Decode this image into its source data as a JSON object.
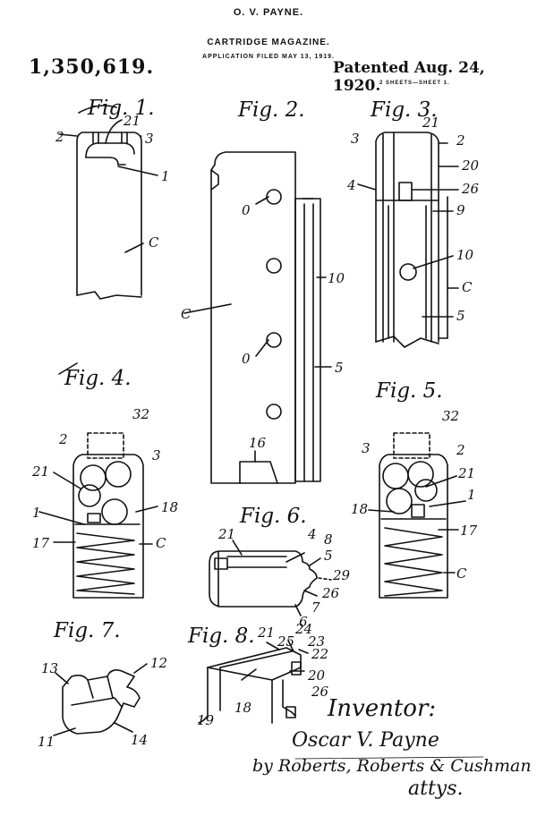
{
  "header": {
    "applicant": "O. V. PAYNE.",
    "title": "CARTRIDGE MAGAZINE.",
    "filed": "APPLICATION FILED MAY 13, 1919.",
    "patent_number": "1,350,619.",
    "patented": "Patented Aug. 24, 1920.",
    "sheets": "2 SHEETS—SHEET 1."
  },
  "figures": {
    "fig1": {
      "label": "Fig. 1.",
      "refs": [
        "2",
        "21",
        "3",
        "1",
        "C"
      ]
    },
    "fig2": {
      "label": "Fig. 2.",
      "refs": [
        "0",
        "10",
        "C",
        "0",
        "5",
        "16"
      ]
    },
    "fig3": {
      "label": "Fig. 3.",
      "refs": [
        "3",
        "21",
        "2",
        "20",
        "4",
        "26",
        "9",
        "10",
        "C",
        "5"
      ]
    },
    "fig4": {
      "label": "Fig. 4.",
      "refs": [
        "32",
        "2",
        "3",
        "21",
        "1",
        "18",
        "17",
        "C"
      ]
    },
    "fig5": {
      "label": "Fig. 5.",
      "refs": [
        "32",
        "3",
        "2",
        "21",
        "1",
        "18",
        "17",
        "C"
      ]
    },
    "fig6": {
      "label": "Fig. 6.",
      "refs": [
        "21",
        "4",
        "8",
        "5",
        "29",
        "26",
        "6",
        "7"
      ]
    },
    "fig7": {
      "label": "Fig. 7.",
      "refs": [
        "13",
        "12",
        "11",
        "14"
      ]
    },
    "fig8": {
      "label": "Fig. 8.",
      "refs": [
        "21",
        "24",
        "25",
        "23",
        "22",
        "20",
        "26",
        "19",
        "18"
      ]
    }
  },
  "signature": {
    "inventor_label": "Inventor:",
    "inventor_name": "Oscar V. Payne",
    "by": "by Roberts, Roberts & Cushman",
    "attys": "attys."
  },
  "colors": {
    "ink": "#111111",
    "paper": "#ffffff"
  }
}
